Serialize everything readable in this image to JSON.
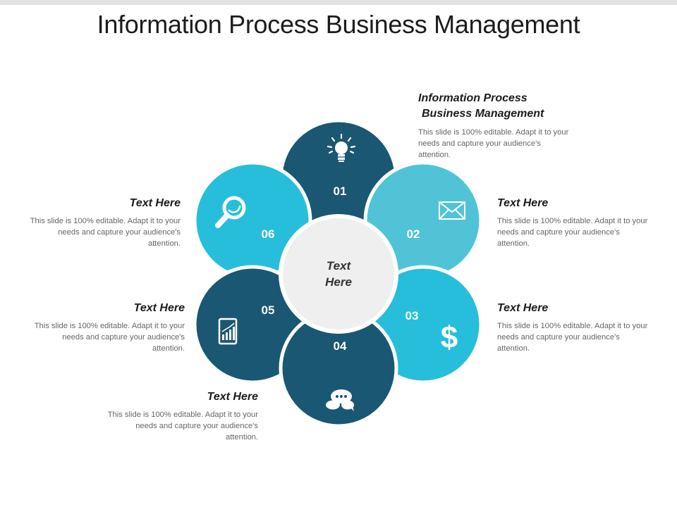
{
  "title": "Information Process Business Management",
  "center_label": [
    "Text",
    "Here"
  ],
  "colors": {
    "dark_teal": "#1a5773",
    "cyan": "#27bedb",
    "light_cyan": "#50c4d6",
    "center_gray": "#efefef"
  },
  "petals": [
    {
      "number": "01",
      "icon": "lightbulb-icon",
      "color": "#1a5773"
    },
    {
      "number": "02",
      "icon": "envelope-icon",
      "color": "#50c4d6"
    },
    {
      "number": "03",
      "icon": "dollar-icon",
      "color": "#27bedb"
    },
    {
      "number": "04",
      "icon": "chat-bubbles-icon",
      "color": "#1a5773"
    },
    {
      "number": "05",
      "icon": "growth-chart-icon",
      "color": "#1a5773"
    },
    {
      "number": "06",
      "icon": "magnifier-icon",
      "color": "#27bedb"
    }
  ],
  "icons": {
    "dollar": "$"
  },
  "blocks": {
    "top": {
      "heading_line1": "Information Process",
      "heading_line2": "Business Management",
      "text": "This slide is 100% editable. Adapt it to your needs and capture your audience's attention."
    },
    "right_upper": {
      "heading": "Text Here",
      "text": "This slide is 100% editable. Adapt it to your needs and capture your audience's attention."
    },
    "right_lower": {
      "heading": "Text Here",
      "text": "This slide is 100% editable. Adapt it to your needs and capture your audience's attention."
    },
    "left_upper": {
      "heading": "Text Here",
      "text": "This slide is 100% editable. Adapt it to your needs and capture your audience's attention."
    },
    "left_lower": {
      "heading": "Text Here",
      "text": "This slide is 100% editable. Adapt it to your needs and capture your audience's attention."
    },
    "bottom": {
      "heading": "Text Here",
      "text": "This slide is 100% editable. Adapt it to your needs and capture your audience's attention."
    }
  }
}
